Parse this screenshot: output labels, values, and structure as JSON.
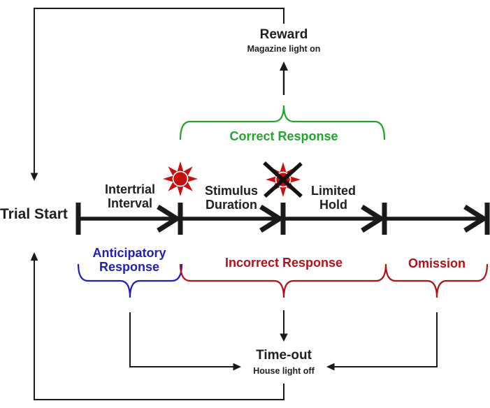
{
  "nodes": {
    "trial_start": "Trial Start",
    "reward": {
      "title": "Reward",
      "subtitle": "Magazine light on"
    },
    "timeout": {
      "title": "Time-out",
      "subtitle": "House light off"
    }
  },
  "timeline_segments": [
    {
      "line1": "Intertrial",
      "line2": "Interval"
    },
    {
      "line1": "Stimulus",
      "line2": "Duration"
    },
    {
      "line1": "Limited",
      "line2": "Hold"
    }
  ],
  "responses": {
    "correct": {
      "label": "Correct Response",
      "color": "#23a42a"
    },
    "anticipatory": {
      "line1": "Anticipatory",
      "line2": "Response",
      "color": "#2121b0"
    },
    "incorrect": {
      "label": "Incorrect Response",
      "color": "#b01218"
    },
    "omission": {
      "label": "Omission",
      "color": "#b01218"
    }
  },
  "icons": {
    "stimulus_light_on": "stimulus-light-icon",
    "stimulus_light_off": "stimulus-light-crossed-icon",
    "star_color": "#c5100f",
    "line_color": "#1a1a1a"
  }
}
